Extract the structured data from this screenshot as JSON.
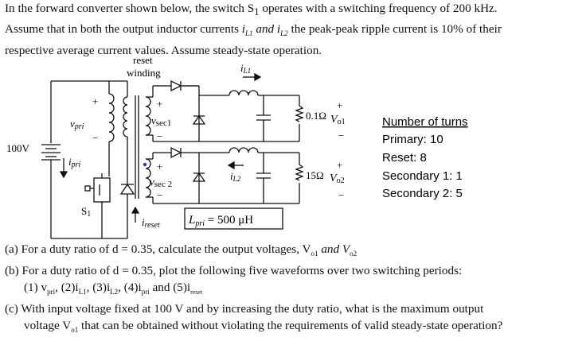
{
  "intro": {
    "line1": "In the forward converter shown below, the switch S",
    "line1_sub": "1",
    "line1b": " operates with a switching frequency of 200 kHz.",
    "line2a": "Assume that in both the output inductor currents ",
    "line2_i1": "i",
    "line2_i1_sub": "L1",
    "line2_and": " and ",
    "line2_i2": "i",
    "line2_i2_sub": "L2",
    "line2b": " the peak-peak ripple current is 10% of their",
    "line3": "respective average current values.  Assume steady-state operation."
  },
  "circuit": {
    "reset_winding_label_1": "reset",
    "reset_winding_label_2": "winding",
    "source_label": "100V",
    "vpri_label": "v",
    "vpri_sub": "pri",
    "ipri_label": "i",
    "ipri_sub": "pri",
    "switch_label": "S",
    "switch_sub": "1",
    "ireset_label": "i",
    "ireset_sub": "reset",
    "vsec1_label": "v",
    "vsec1_sub": "sec1",
    "vsec2_label": "v",
    "vsec2_sub": "sec 2",
    "iL1_label": "i",
    "iL1_sub": "L1",
    "iL2_label": "i",
    "iL2_sub": "L2",
    "r1_label": "0.1Ω",
    "vo1_label": "V",
    "vo1_sub": "o1",
    "r2_label": "15Ω",
    "vo2_label": "V",
    "vo2_sub": "o2",
    "lpri_label": "L",
    "lpri_sub": "pri",
    "lpri_value": " = 500 μH",
    "plus": "+",
    "minus": "−"
  },
  "turns": {
    "title": "Number of turns",
    "primary": "Primary: 10",
    "reset": "Reset: 8",
    "secondary1": "Secondary 1: 1",
    "secondary2": "Secondary 2: 5"
  },
  "questions": {
    "a": "(a) For a duty ratio of d = 0.35, calculate the output voltages, V",
    "a_sub1": "o1",
    "a_and": " and V",
    "a_sub2": "o2",
    "b": "(b) For a duty ratio of d = 0.35, plot the following five waveforms over two switching periods:",
    "b_list": "(1) v",
    "b1_sub": "pri",
    "b2": ", (2)i",
    "b2_sub": "L1",
    "b3": ", (3)i",
    "b3_sub": "L2",
    "b4": ", (4)i",
    "b4_sub": "pri",
    "b5": " and (5)i",
    "b5_sub": "reset",
    "c1": "(c) With input voltage fixed at 100 V and by increasing the duty ratio, what is the maximum output",
    "c2a": "voltage V",
    "c2_sub": "o1",
    "c2b": " that can be obtained without violating the requirements of valid steady-state operation?"
  }
}
